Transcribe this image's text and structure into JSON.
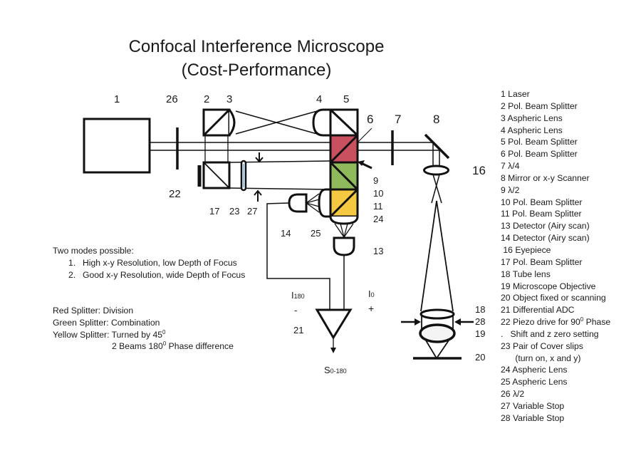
{
  "title": "Confocal Interference Microscope",
  "subtitle": "(Cost-Performance)",
  "component_labels": {
    "c1": "1",
    "c26": "26",
    "c2": "2",
    "c3": "3",
    "c4": "4",
    "c5": "5",
    "c6": "6",
    "c7": "7",
    "c8": "8",
    "c16": "16",
    "c22": "22",
    "c17": "17",
    "c23": "23",
    "c27": "27",
    "c9": "9",
    "c10": "10",
    "c11": "11",
    "c24": "24",
    "c14": "14",
    "c25": "25",
    "c13": "13",
    "c21": "21",
    "c18": "18",
    "c28": "28",
    "c19": "19",
    "c20": "20"
  },
  "signal_labels": {
    "i180": "I",
    "i180_sub": "180",
    "minus": "-",
    "i0": "I",
    "i0_sub": "0",
    "plus": "+",
    "output": "S",
    "output_sub": "0-180"
  },
  "modes": {
    "heading": "Two modes possible:",
    "items": [
      {
        "num": "1.",
        "text": "High x-y Resolution, low Depth of Focus"
      },
      {
        "num": "2.",
        "text": "Good x-y Resolution, wide Depth of Focus"
      }
    ]
  },
  "splitter_notes": {
    "red": "Red Splitter: Division",
    "green": "Green Splitter: Combination",
    "yellow": "Yellow Splitter: Turned by 45",
    "yellow_sup": "0",
    "beams": "2 Beams 180",
    "beams_sup": "0",
    "beams_rest": " Phase difference"
  },
  "legend": [
    "1 Laser",
    "2 Pol. Beam Splitter",
    "3 Aspheric Lens",
    "4 Aspheric Lens",
    "5 Pol. Beam Splitter",
    "6 Pol. Beam Splitter",
    "7 λ/4",
    "8 Mirror or x-y Scanner",
    "9 λ/2",
    "10 Pol. Beam Splitter",
    "11 Pol. Beam Splitter",
    "13 Detector (Airy scan)",
    "14 Detector (Airy scan)",
    " 16 Eyepiece",
    "17 Pol. Beam Splitter",
    "18 Tube lens",
    "19 Microscope Objective",
    "20 Object fixed or scanning",
    "21 Differential ADC"
  ],
  "legend_22": {
    "pre": "22 Piezo drive for 90",
    "sup": "0",
    "post": " Phase"
  },
  "legend_tail": [
    ".   Shift and z zero setting",
    "23 Pair of Cover slips",
    "      (turn on, x and y)",
    "24 Aspheric Lens",
    "25 Aspheric Lens",
    "26 λ/2",
    "27 Variable Stop",
    "28 Variable Stop"
  ],
  "colors": {
    "red_splitter": "#c9505e",
    "green_splitter": "#8fba5c",
    "yellow_splitter": "#f5c842",
    "line": "#111111",
    "coverslip_accent": "#3a8fd0"
  }
}
